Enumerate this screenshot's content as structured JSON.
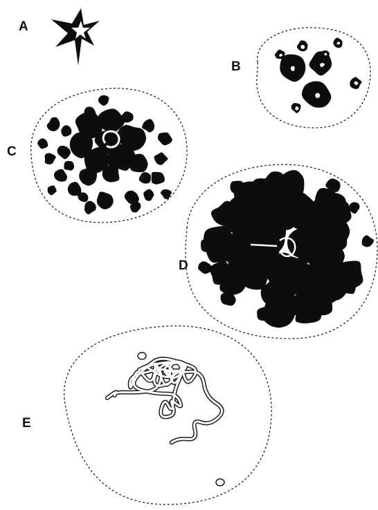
{
  "figure": {
    "colors": {
      "ink": "#0d0d0d",
      "background": "#ffffff"
    },
    "panels": [
      {
        "id": "A",
        "label": "A",
        "content": "star"
      },
      {
        "id": "B",
        "label": "B",
        "content": "small-cluster"
      },
      {
        "id": "C",
        "label": "C",
        "content": "medium-cluster"
      },
      {
        "id": "D",
        "label": "D",
        "content": "dense-aggregate"
      },
      {
        "id": "E",
        "label": "E",
        "content": "tangled-chain"
      }
    ]
  }
}
